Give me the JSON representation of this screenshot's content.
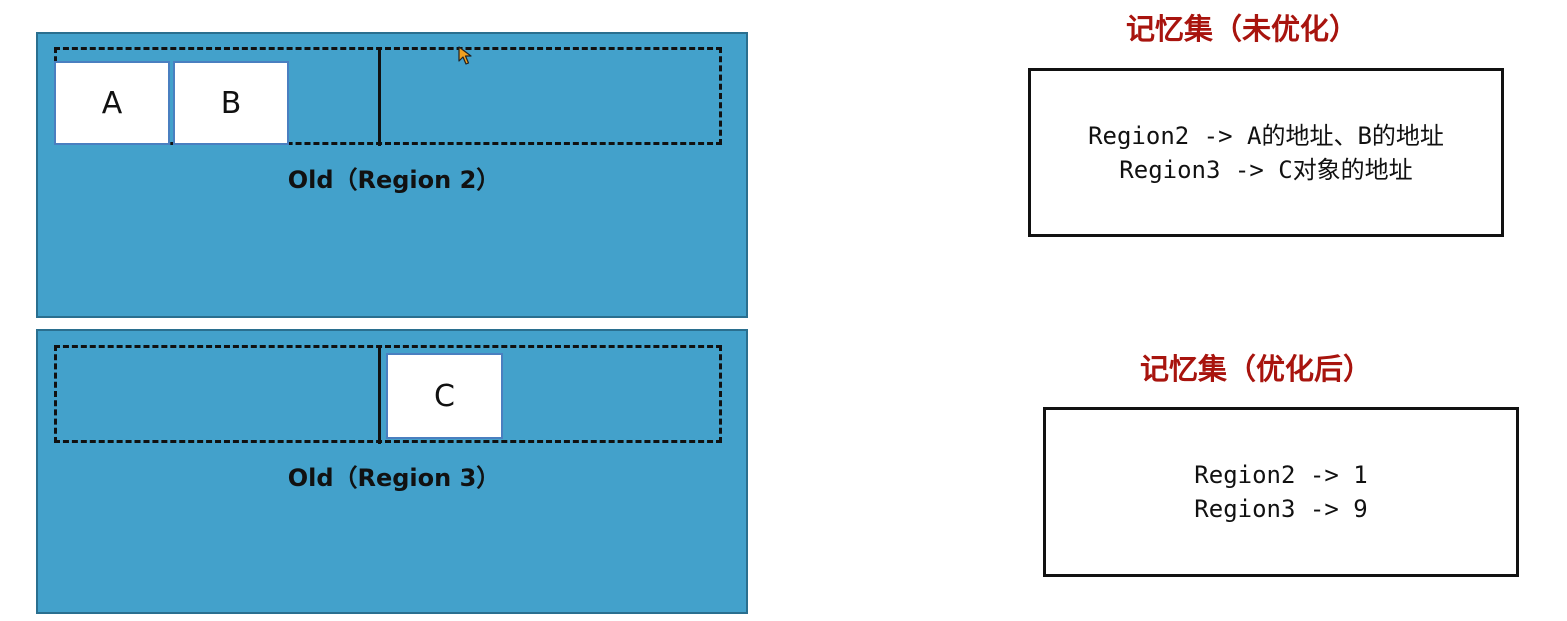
{
  "regions": [
    {
      "label": "Old（Region 2）",
      "objects": [
        "A",
        "B"
      ]
    },
    {
      "label": "Old（Region 3）",
      "objects": [
        "C"
      ]
    }
  ],
  "remembered_set_unoptimized": {
    "title": "记忆集（未优化）",
    "lines": [
      "Region2 -> A的地址、B的地址",
      "Region3 -> C对象的地址"
    ]
  },
  "remembered_set_optimized": {
    "title": "记忆集（优化后）",
    "lines": [
      "Region2 -> 1",
      "Region3 -> 9"
    ]
  },
  "colors": {
    "region_fill": "#43a1cb",
    "title_red": "#a8140e",
    "object_border": "#4a7fc0"
  },
  "icons": {
    "cursor": "mouse-pointer-icon"
  }
}
